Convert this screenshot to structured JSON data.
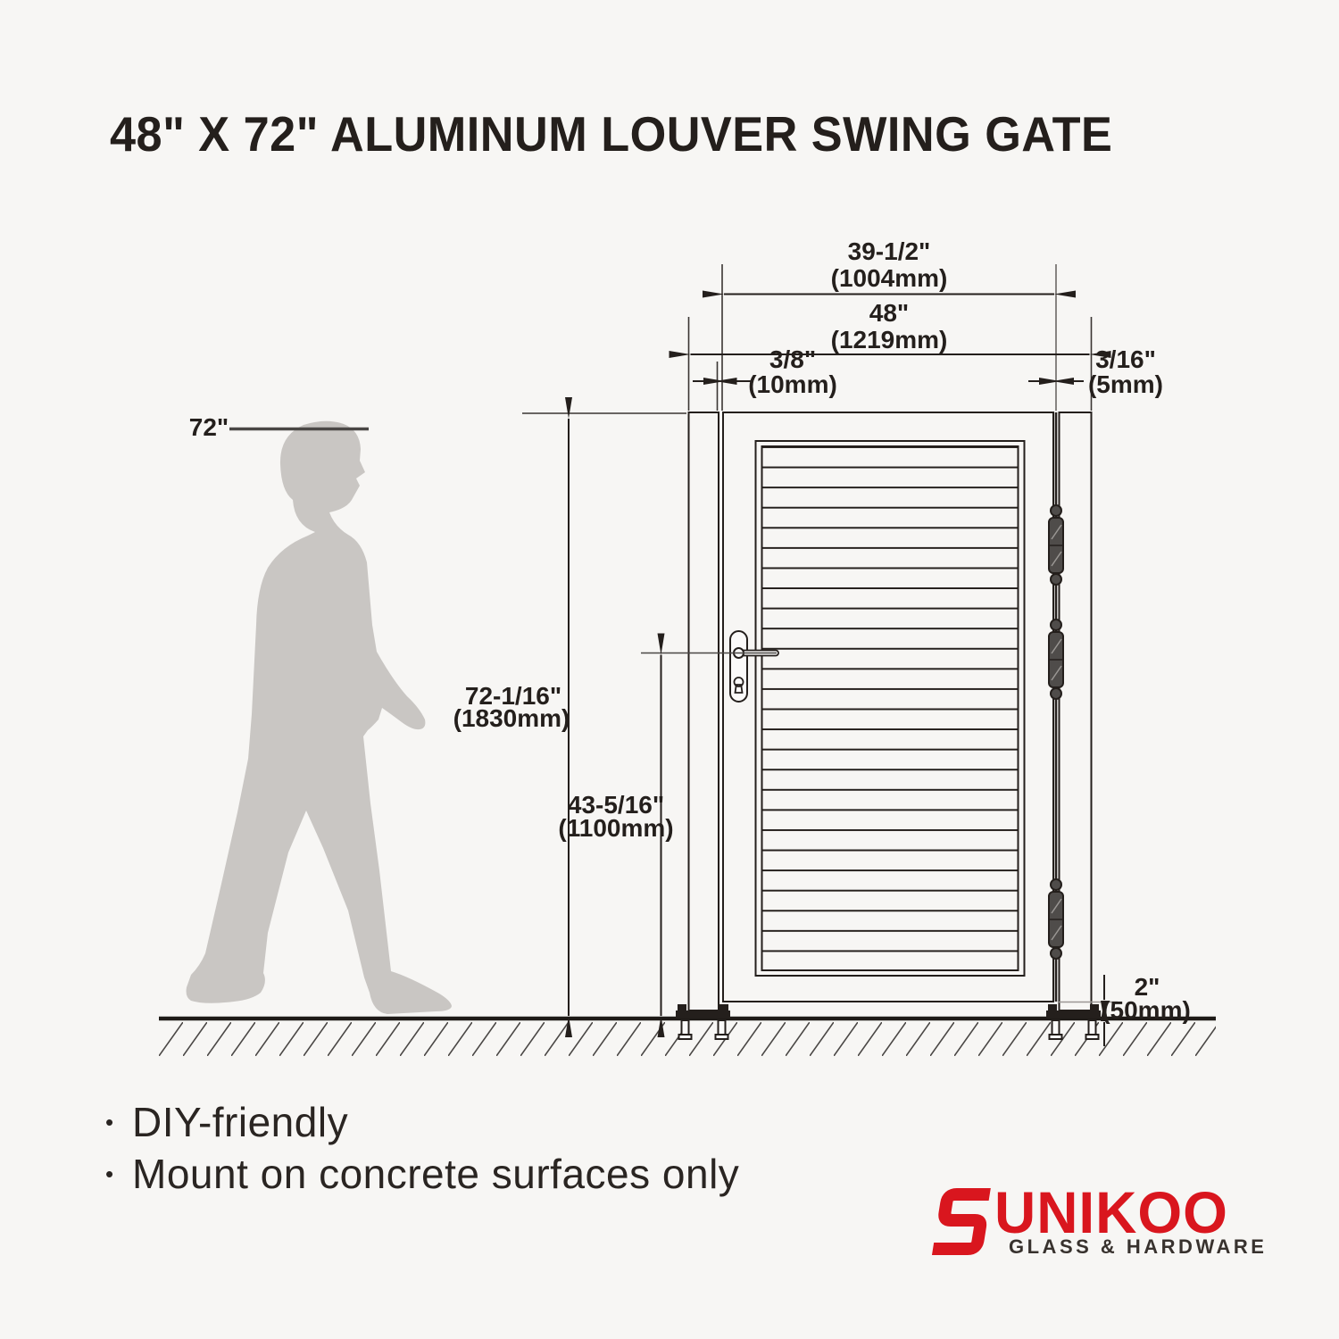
{
  "title": "48\" X 72\" ALUMINUM LOUVER SWING GATE",
  "diagram": {
    "person_height_label": "72\"",
    "dims": {
      "leaf_width_in": "39-1/2\"",
      "leaf_width_mm": "(1004mm)",
      "overall_width_in": "48\"",
      "overall_width_mm": "(1219mm)",
      "latch_side_gap_in": "3/8\"",
      "latch_side_gap_mm": "(10mm)",
      "hinge_side_gap_in": "3/16\"",
      "hinge_side_gap_mm": "(5mm)",
      "overall_height_in": "72-1/16\"",
      "overall_height_mm": "(1830mm)",
      "handle_height_in": "43-5/16\"",
      "handle_height_mm": "(1100mm)",
      "ground_clearance_in": "2\"",
      "ground_clearance_mm": "(50mm)"
    }
  },
  "features": {
    "bullet": "•",
    "items": [
      "DIY-friendly",
      "Mount on concrete surfaces only"
    ]
  },
  "brand": {
    "name": "UNIKOO",
    "tagline": "GLASS & HARDWARE",
    "accent_red": "#d9161e"
  },
  "colors": {
    "background": "#f7f6f4",
    "line": "#241f1c",
    "silhouette": "#c9c6c3",
    "hinge_fill": "#4f4c4a"
  }
}
